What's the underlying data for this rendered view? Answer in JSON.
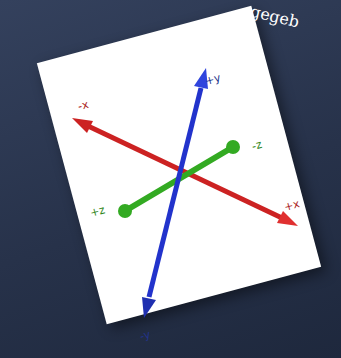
{
  "diagram": {
    "labels": [
      "gegeb",
      "+y",
      "-y",
      "-x",
      "+x",
      "-z",
      "+z"
    ]
  }
}
